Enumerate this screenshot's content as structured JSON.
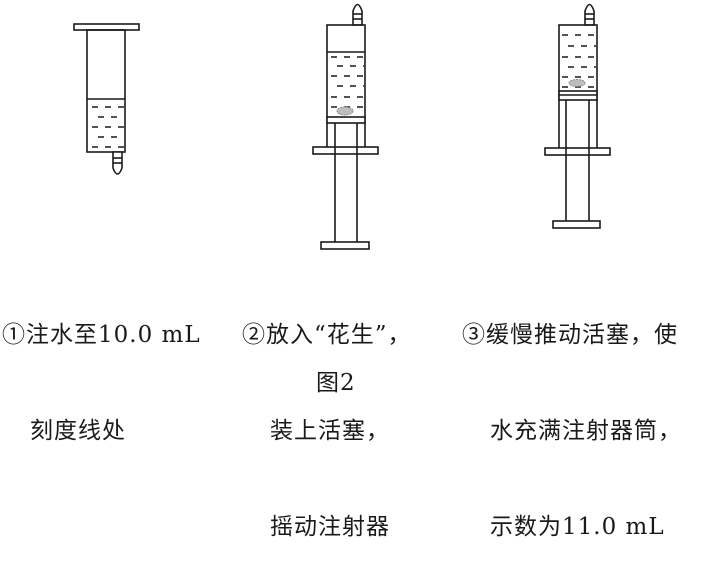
{
  "figure": {
    "label": "图2",
    "steps": [
      {
        "number": "①",
        "lines": [
          "注水至10.0 mL",
          "刻度线处"
        ],
        "reading_ml": "10.0"
      },
      {
        "number": "②",
        "lines": [
          "放入“花生”，",
          "装上活塞，",
          "摇动注射器"
        ]
      },
      {
        "number": "③",
        "lines": [
          "缓慢推动活塞，使",
          "水充满注射器筒，",
          "示数为11.0 mL"
        ],
        "reading_ml": "11.0"
      }
    ]
  },
  "colors": {
    "stroke": "#1a1a1a",
    "background": "#ffffff",
    "peanut": "#9a9a9a"
  }
}
